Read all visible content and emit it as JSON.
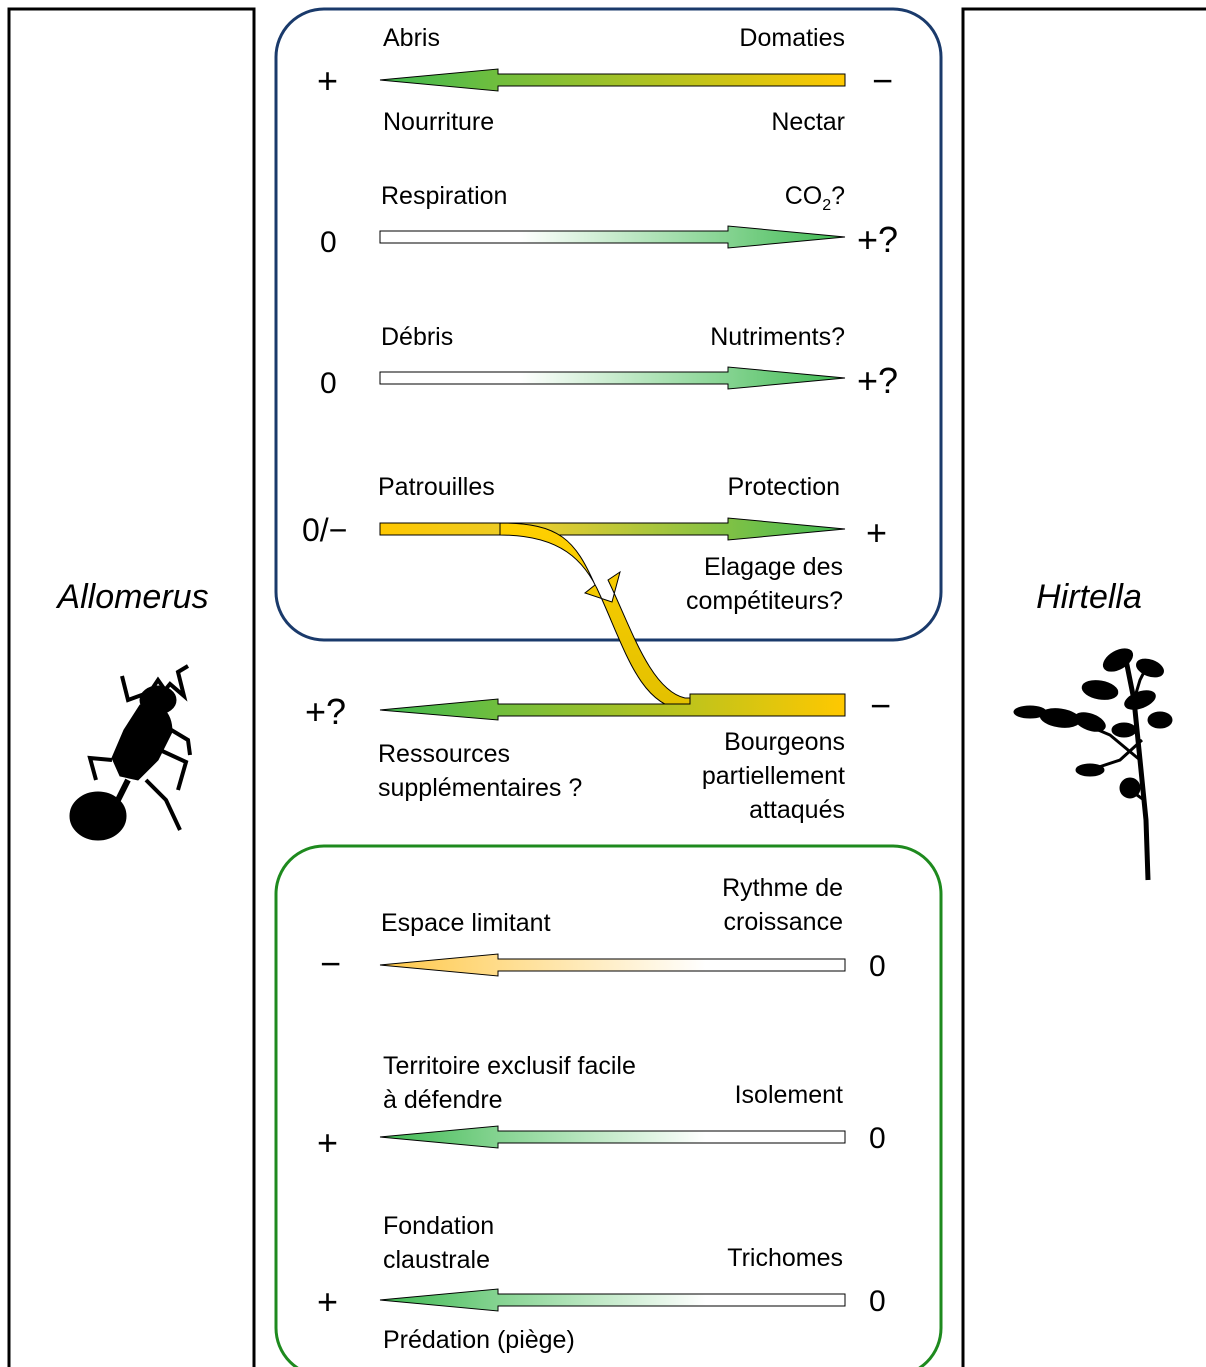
{
  "left_panel": {
    "title": "Allomerus",
    "silhouette_icon": "ant-silhouette-icon"
  },
  "right_panel": {
    "title": "Hirtella",
    "silhouette_icon": "plant-silhouette-icon"
  },
  "colors": {
    "top_box_border": "#1a3a6b",
    "bottom_box_border": "#1e8a1e",
    "green": "#3fba52",
    "yellow": "#ffc800",
    "white": "#ffffff"
  },
  "top_group": {
    "shelter": {
      "left_symbol": "+",
      "right_symbol": "−",
      "top_left": "Abris",
      "top_right": "Domaties",
      "bottom_left": "Nourriture",
      "bottom_right": "Nectar",
      "direction": "to-left",
      "gradient": "yellow-to-green"
    },
    "respiration": {
      "left_symbol": "0",
      "right_symbol": "+?",
      "top_left": "Respiration",
      "top_right_prefix": "CO",
      "top_right_sub": "2",
      "top_right_suffix": "?",
      "direction": "to-right",
      "gradient": "white-to-green"
    },
    "debris": {
      "left_symbol": "0",
      "right_symbol": "+?",
      "top_left": "Débris",
      "top_right": "Nutriments?",
      "direction": "to-right",
      "gradient": "white-to-green"
    },
    "patrol": {
      "left_symbol": "0/−",
      "right_symbol": "+",
      "top_left": "Patrouilles",
      "top_right": "Protection",
      "bottom_right_1": "Elagage des",
      "bottom_right_2": "compétiteurs?",
      "direction": "to-right",
      "gradient": "yellow-to-green"
    }
  },
  "middle": {
    "left_symbol": "+?",
    "right_symbol": "−",
    "bottom_left_1": "Ressources",
    "bottom_left_2": "supplémentaires ?",
    "bottom_right_1": "Bourgeons",
    "bottom_right_2": "partiellement",
    "bottom_right_3": "attaqués",
    "direction": "to-left",
    "gradient": "yellow-to-green"
  },
  "bottom_group": {
    "space": {
      "left_symbol": "−",
      "right_symbol": "0",
      "top_left": "Espace limitant",
      "top_right_1": "Rythme de",
      "top_right_2": "croissance",
      "direction": "to-left",
      "gradient": "white-to-yellow"
    },
    "territory": {
      "left_symbol": "+",
      "right_symbol": "0",
      "top_left_1": "Territoire exclusif facile",
      "top_left_2": "à défendre",
      "top_right": "Isolement",
      "direction": "to-left",
      "gradient": "white-to-green"
    },
    "foundation": {
      "left_symbol": "+",
      "right_symbol": "0",
      "top_left_1": "Fondation",
      "top_left_2": "claustrale",
      "top_right": "Trichomes",
      "bottom_left": "Prédation (piège)",
      "direction": "to-left",
      "gradient": "white-to-green"
    }
  }
}
